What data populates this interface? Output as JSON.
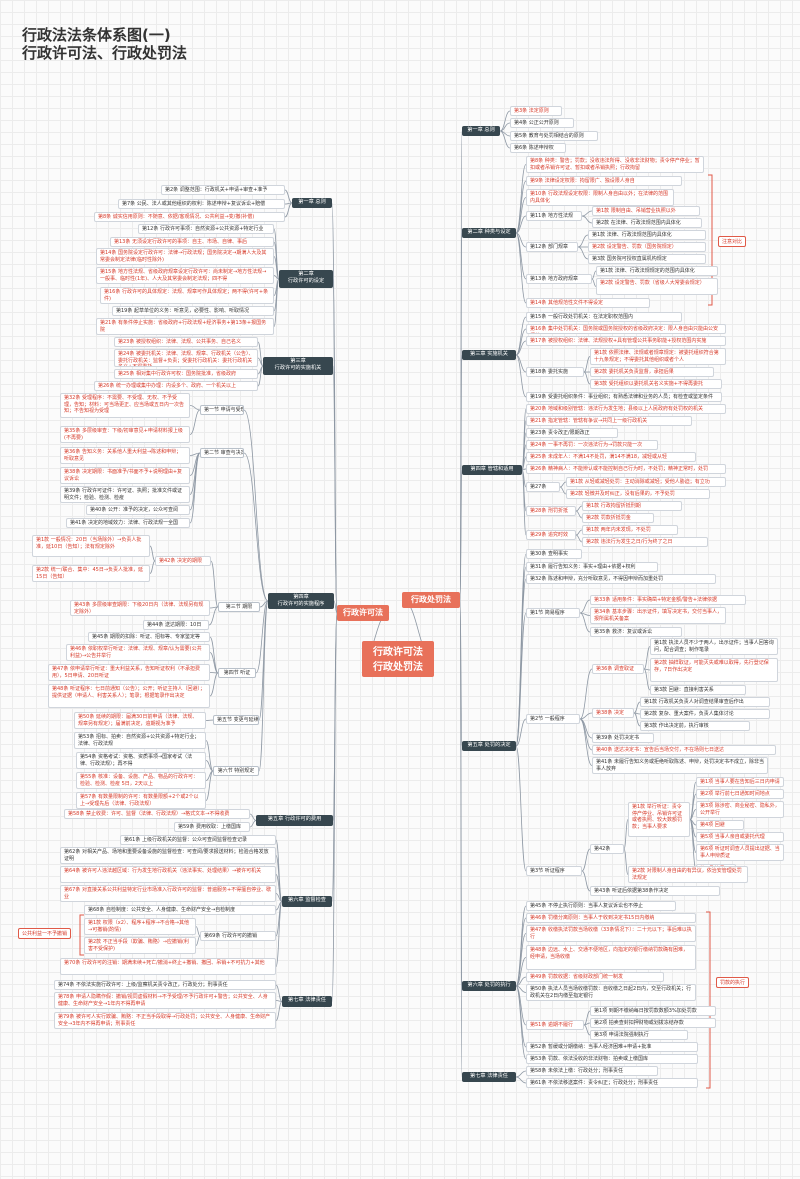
{
  "title_line1": "行政法法条体系图(一)",
  "title_line2": "行政许可法、行政处罚法",
  "root": "行政许可法\n行政处罚法",
  "left_root": "行政许可法",
  "right_root": "行政处罚法",
  "side_labels": [
    "注意对比",
    "罚款的执行",
    "公共利益一不予撤销"
  ],
  "nodes": {
    "L1": "第一章 总则",
    "L1a": "第2条 调整范围：行政机关+申请+审查+准予",
    "L1b": "第7条 公民、法人或其他组织的权利：陈述申辩+复议诉讼+赔偿",
    "L1c": "第8条 诚实信用原则：不随意、依据/客观情况、公共利益→变/撤(补偿)",
    "L2": "第二章\n行政许可的设定",
    "L2a": "第12条 行政许可事项：自然资源+公共资源+特定行业",
    "L2b": "第13条 无须设定行政许可的事项：自主、市场、自律、事后",
    "L2c": "第14条 国务院设定行政许可：法律→行政法规；国务院决定→期满人大及其常委会制定法律(临时性除外)",
    "L2d": "第15条 地方性法规、省级政府规章设定行政许可：尚未制定→地方性法规→一般事、临时性(1年)、人大及其常委会制定法规；四不得",
    "L2e": "第16条 行政许可的具体规定：法规、规章可作具体规定；两不得(许可+条件)",
    "L2f": "第19条 起草单位的义务：听意见，必要性、影响、听取情况",
    "L2g": "第21条 有条件停止实施：省级政府+行政法规+经济事务+第13条+报国务院",
    "L3": "第三章\n行政许可的实施机关",
    "L3a": "第23条 被授权组织：法律、法规、公共事务、自己名义",
    "L3b": "第24条 被委托机关：法律、法规、规章、行政机关（公告）、委托行政机关：监督+负责；受委托行政机关：委托行政机关名义+不得委托",
    "L3c": "第25条 相对集中行政许可权：国务院批准，省级政府",
    "L3d": "第26条 统一办理或集中办理：内设多个、政府、一个机关以上",
    "L4": "第四章\n行政许可的实施程序",
    "L4s1": "第一节 申请与受理",
    "L4a": "第32条 受理程序：不需要、不受理、无权、不予受理，告知；材料：可当场更正、应当场或五日内一次告知；不告知视为受理",
    "L4b": "第35条 多层级审查：下级/初审意见+申请材料报上级(不再要)",
    "L4c": "第36条 告知义务：关系他人重大利益→陈述和申辩；听取意见",
    "L4s2": "第二节 审查与决定",
    "L4d": "第38条 决定期限：书面准予/书面不予+说明理由+复议诉讼",
    "L4e": "第39条 行政许可证件：许可证、执照；批准文件或证明文件；检验、检测、检疫",
    "L4f": "第40条 公开：准予的决定，公众可查阅",
    "L4g": "第41条 决定的地域效力：法律、行政法规一全国",
    "L4s3": "第三节 期限",
    "L4h": "第42条 决定的期限",
    "L4h1": "第1款 一般情况：20日（当场除外）→负责人批准，延10日（告知）；法有规定除外",
    "L4h2": "第2款 统一/联合、集中：45日→负责人批准，延15日（告知）",
    "L4i": "第43条 多层级审查期限：下级20日内（法律、法规另有规定除外）",
    "L4j": "第44条 送达期限：10日",
    "L4s4": "第四节 听证",
    "L4k": "第45条 期限的扣除：听证、招标等、专家鉴定等",
    "L4l": "第46条 依职权举行听证：法律、法规、规章/认为需要(公共利益)→公告并举行",
    "L4m": "第47条 依申请举行听证：重大利益关系，告知听证权利（不承担费用），5日申请、20日听证",
    "L4n": "第48条 听证程序：七日前通知（公告）；公开；听证主持人（回避）；提供证据（申请人、利害关系人）；笔录；根据笔录作出决定",
    "L4s5": "第五节 变更与延续",
    "L4o": "第50条 延续的期限：届满30日前申请（法律、法规、规章另有规定）；届满前决定，逾期视为准予",
    "L4s6": "第六节 特别规定",
    "L4p": "第53条 招标、拍卖：自然资源+公共资源+特定行业；法律、行政法规",
    "L4q": "第54条 资格考试：资格、资质事项→国家考试（法律、行政法规）；再不得",
    "L4r": "第55条 核准：设备、设施、产品、物品的行政许可：检验、检测、检疫 5日，2天以上",
    "L4s": "第57条 有数量限制的许可：有数量限额+2个或2个以上→受理先后（法律、行政法规）",
    "L5": "第五章 行政许可的费用",
    "L5a": "第58条 禁止收费：许可、监督（法律、行政法规）→格式文本→不得收费",
    "L5b": "第59条 费用收取：上缴国库",
    "L6": "第六章 监督检查",
    "L6a": "第61条 上级行政机关的监督：公众可查阅监督检查记录",
    "L6b": "第62条 对相关产品、场地和重要设备设施的监督检查：可查阅/要求报送材料；检验合格发放证明",
    "L6c": "第64条 被许可人违法越区域：行为发生地行政机关（违法事实、处理结果）→被许可机关",
    "L6d": "第67条 对直接关系公共利益特定行业市场准入行政许可的监督：普遍服务+不得擅自停业、歇业",
    "L6e": "第68条 自检制度：公共安全、人身健康、生命财产安全→自检制度",
    "L6f": "第69条 行政许可的撤销",
    "L6f1": "第1款 权限（x2）、程序+程序→不合格→其他→可撤销(酌情)",
    "L6f2": "第2款 不正当手段（欺骗、贿赂）→应撤销(利害不受保护)",
    "L6g": "第70条 行政许可的注销：期满未续+死亡/撤消+终止+撤销、撤回、吊销+不可抗力+其他",
    "L7": "第七章 法律责任",
    "L7a": "第74条 不依法实施行政许可：上级/监察机关责令改正，行政处分；刑事责任",
    "L7b": "第78条 申请人隐瞒作假：撤销/视同虚假材料→不予受理/不予行政许可+警告；公共安全、人身健康、生命财产安全→1年内不得再申请",
    "L7c": "第79条 被许可人实行欺骗、贿赂：不正当手段取得→行政处罚；公共安全、人身健康、生命财产安全→3年内不得再申请；刑事责任",
    "R1": "第一章 总则",
    "R1a": "第3条 法定原则",
    "R1b": "第4条 公正公开原则",
    "R1c": "第5条 教育与处罚相结合的原则",
    "R1d": "第6条 陈述申辩权",
    "R2": "第二章 种类与设定",
    "R2a": "第8条 种类：警告；罚款；没收违法所得、没收非法财物；责令停产停业；暂扣或者吊销许可证、暂扣或者吊销执照；行政拘留",
    "R2b": "第9条 法律设定权限：拘留限广、独设限人身自",
    "R2c": "第10条 行政法规设定权限：限制人身自由以外；在法律的范围内具体化",
    "R2d": "第11条 地方性法规",
    "R2d1": "第1款 限制自由、吊销营业执照以外",
    "R2d2": "第2款 在法律、行政法规范围内具体化",
    "R2e": "第12条 部门规章",
    "R2e1": "第1款 法律、行政法规范围内具体化",
    "R2e2": "第2款 设定警告、罚款（国务院规定）",
    "R2e3": "第3款 国务院可授权直属机构规定",
    "R2f": "第13条 地方政府规章",
    "R2f1": "第1款 法律、行政法规规定的范围内具体化",
    "R2f2": "第2款 设定警告、罚款（省级人大常委会规定）",
    "R2g": "第14条 其他规范性文件不得设定",
    "R3": "第三章 实施机关",
    "R3a": "第15条 一般行政处罚机关：在法定职权范围内",
    "R3b": "第16条 集中处罚机关：国务院或国务院授权的省级政府决定：限人身自由只能由公安行使",
    "R3c": "第17条 被授权组织：法律、法规授权+具有管理公共事务职能+授权范围内实施",
    "R3d": "第18条 委托实施",
    "R3d1": "第1款 依照法律、法规或者规章规定：被委托组织符合第十九条规定；不得委托其他组织或者个人",
    "R3d2": "第2款 委托机关负责监督，承担后果",
    "R3d3": "第3款 受托组织以委托机关名义实施+不得再委托",
    "R3e": "第19条 受委托组织条件：事业组织；有熟悉法律和业务的人员；有检查或鉴定条件",
    "R4": "第四章 管辖和适用",
    "R4a": "第20条 地域和级别管辖：违法行为发生地；县级以上人民政府有处罚权的机关",
    "R4b": "第21条 指定管辖：管辖有争议→共同上一级行政机关",
    "R4c": "第23条 责令改正/限期改正",
    "R4d": "第24条 一事不再罚：一次违法行为→罚款只能一次",
    "R4e": "第25条 未成年人：不满14不处罚，满14不满18，减轻或从轻",
    "R4f": "第26条 精神病人：不能辨认或不能控制自己行为时，不处罚；精神正常时，处罚",
    "R4g": "第27条",
    "R4g1": "第1款 从轻或减轻处罚：主动消除或减轻；受他人胁迫；有立功",
    "R4g2": "第2款 轻微并及时纠正，没有后果的，不予处罚",
    "R4h": "第28条 刑罚折抵",
    "R4h1": "第1款 行政拘留折抵刑期",
    "R4h2": "第2款 罚款折抵罚金",
    "R4i": "第29条 追究时效",
    "R4i1": "第1款 两年内未发现，不处罚",
    "R4i2": "第2款 违法行为发生之日/行为终了之日",
    "R5": "第五章 处罚的决定",
    "R5a": "第30条 查明事实",
    "R5b": "第31条 履行告知义务：事实+理由+依据+权利",
    "R5c": "第32条 陈述和申辩，充分听取意见，不得因申辩而加重处罚",
    "R5s1": "第1节 简易程序",
    "R5d": "第33条 适用条件：事实确凿+特定金额/警告+法律依据",
    "R5e": "第34条 基本步骤：出示证件，填写决定书，交付当事人，报所属机关备案",
    "R5f": "第35条 救济：复议或诉讼",
    "R5s2": "第2节 一般程序",
    "R5g": "第36条 调查取证",
    "R5g1": "第1款 执法人员不少于两人，出示证件；当事人回答询问，配合调查；制作笔录",
    "R5g2": "第2款 抽样取证，可能灭失或难以取得，先行登记保存，7日作出决定",
    "R5g3": "第3款 回避：直接利害关系",
    "R5h": "第38条 决定",
    "R5h1": "第1款 行政机关负责人对调查结果审查后作出",
    "R5h2": "第2款 复杂、重大案件，负责人集体讨论",
    "R5h3": "第3款 作出决定前，执行审核",
    "R5i": "第39条 处罚决定书",
    "R5j": "第40条 送达决定书：宣告后当场交付，不在场则七日送达",
    "R5k": "第41条 未履行告知义务或拒绝听取陈述、申辩，处罚决定书不成立，除非当事人放弃",
    "R5s3": "第3节 听证程序",
    "R5l": "第42条",
    "R5l1": "第1款 举行听证：责令停产停业、吊销许可证或者执照、较大数额罚款；当事人要求",
    "R5l1a": "第1项 当事人要在告知后三日内申请",
    "R5l1b": "第2项 举行前七日通知时间地点",
    "R5l1c": "第3项 除涉密、商业秘密、隐私外，公开举行",
    "R5l1d": "第4项 回避",
    "R5l1e": "第5项 当事人亲自或委托代理",
    "R5l1f": "第6项 听证时调查人员提出证据、当事人申辩质证",
    "R5l1g": "第7项 笔录",
    "R5l2": "第2款 对限制人身自由的有异议，依治安管理处罚法规定",
    "R5m": "第43条 听证后依据第38条作决定",
    "R6": "第六章 处罚的执行",
    "R6a": "第45条 不停止执行原则：当事人复议诉讼也不停止",
    "R6b": "第46条 罚缴分离原则：当事人于收到决定书15日内缴纳",
    "R6c": "第47条 收缴执法罚款当场收缴（33条情况下）：二十元以下；事后难以执行",
    "R6d": "第48条 边远、水上、交通不便地区，向指定的银行缴纳罚款确有困难，经申请，当场收缴",
    "R6e": "第49条 罚款收据：省级财政部门统一制发",
    "R6f": "第50条 执法人员当场收缴罚款：自收缴之日起2日内，交至行政机关；行政机关在2日内缴至指定银行",
    "R6g": "第51条 逾期不履行",
    "R6g1": "第1项 到期不缴纳每日按罚款数额3%加处罚款",
    "R6g2": "第2项 拍卖查封扣押财物或划拨冻结存款",
    "R6g3": "第3项 申请法院强制执行",
    "R6h": "第52条 暂缓或分期缴纳：当事人经济困难+申请+批准",
    "R6i": "第53条 罚款、依法没收的非法财物：拍卖或上缴国库",
    "R7": "第七章 法律责任",
    "R7a": "第58条 未依法上缴：行政处分；刑事责任",
    "R7b": "第61条 不依法移送案件：责令纠正；行政处分；刑事责任"
  }
}
